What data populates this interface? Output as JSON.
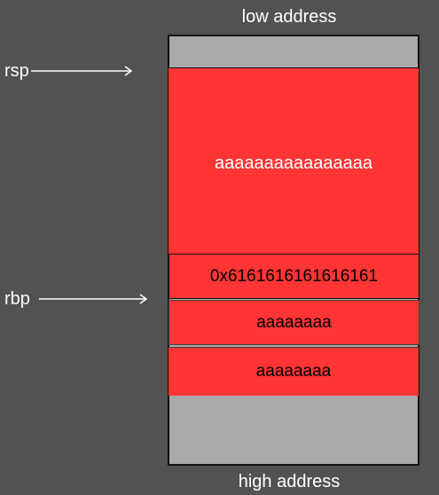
{
  "labels": {
    "low_address": "low address",
    "high_address": "high address"
  },
  "pointers": {
    "rsp": "rsp",
    "rbp": "rbp"
  },
  "stack": {
    "buffer": "aaaaaaaaaaaaaaaa",
    "saved_rbp": "0x6161616161616161",
    "slot_1": "aaaaaaaa",
    "slot_2": "aaaaaaaa"
  },
  "colors": {
    "background": "#525252",
    "stack_empty": "#a9a9a9",
    "overflowed": "#ff3434",
    "text_light": "#ffffff",
    "text_dark": "#000000"
  }
}
